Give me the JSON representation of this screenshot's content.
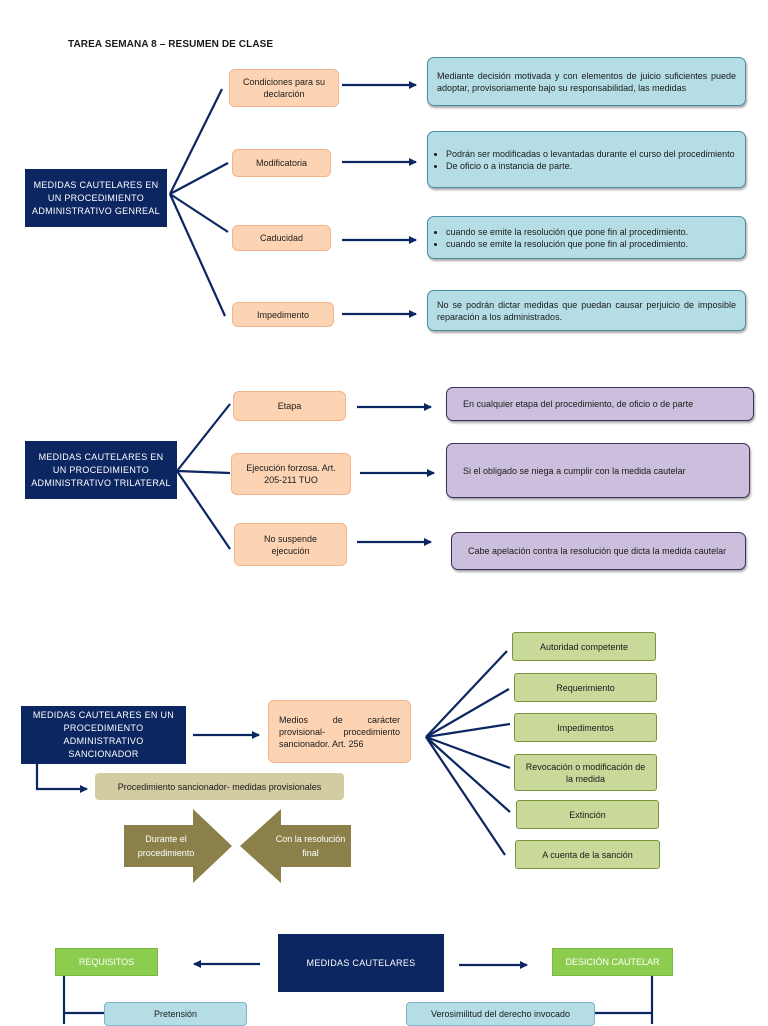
{
  "title": "TAREA SEMANA 8 – RESUMEN DE CLASE",
  "section1": {
    "root": "MEDIDAS CAUTELARES EN UN PROCEDIMIENTO ADMINISTRATIVO GENREAL",
    "nodes": [
      "Condiciones para su declarción",
      "Modificatoria",
      "Caducidad",
      "Impedimento"
    ],
    "details": {
      "d0": "Mediante decisión motivada y con elementos de juicio suficientes puede adoptar, provisoriamente bajo su responsabilidad, las medidas",
      "d1": [
        "Podrán ser modificadas o levantadas durante el curso del procedimiento",
        "De oficio o a instancia de parte."
      ],
      "d2": [
        "cuando se emite la resolución que pone fin al procedimiento.",
        "cuando se emite la resolución que pone fin al procedimiento."
      ],
      "d3": "No se podrán dictar medidas que puedan causar perjuicio de imposible reparación a los administrados."
    }
  },
  "section2": {
    "root": "MEDIDAS CAUTELARES EN UN PROCEDIMIENTO ADMINISTRATIVO TRILATERAL",
    "nodes": [
      "Etapa",
      "Ejecución forzosa. Art. 205-211 TUO",
      "No suspende ejecución"
    ],
    "details": [
      "En cualquier etapa del procedimiento, de oficio o de parte",
      "Si el obligado se niega a cumplir con la medida cautelar",
      "Cabe apelación contra la resolución que dicta la medida cautelar"
    ]
  },
  "section3": {
    "root": "MEDIDAS CAUTELARES EN UN PROCEDIMIENTO ADMINISTRATIVO SANCIONADOR",
    "center": "Medios de carácter provisional- procedimiento sancionador. Art. 256",
    "sub": "Procedimiento sancionador- medidas provisionales",
    "arrow_left": "Durante el procedimiento",
    "arrow_right": "Con la resolución final",
    "items": [
      "Autoridad competente",
      "Requerimiento",
      "Impedimentos",
      "Revocación o modificación de la medida",
      "Extinción",
      "A cuenta de la sanción"
    ]
  },
  "section4": {
    "root": "MEDIDAS CAUTELARES",
    "left": "REQUISITOS",
    "right": "DESICIÓN CAUTELAR",
    "left_item": "Pretensión",
    "right_item": "Verosimilitud del derecho invocado"
  },
  "colors": {
    "navy": "#0b2660",
    "peach": "#fcd4b3",
    "light_blue": "#b5dde6",
    "lilac": "#cbbfdd",
    "olive_green": "#c9d99a",
    "tan": "#d3cba2",
    "arrow_olive": "#8b8049",
    "bright_green": "#8ccd4f"
  }
}
